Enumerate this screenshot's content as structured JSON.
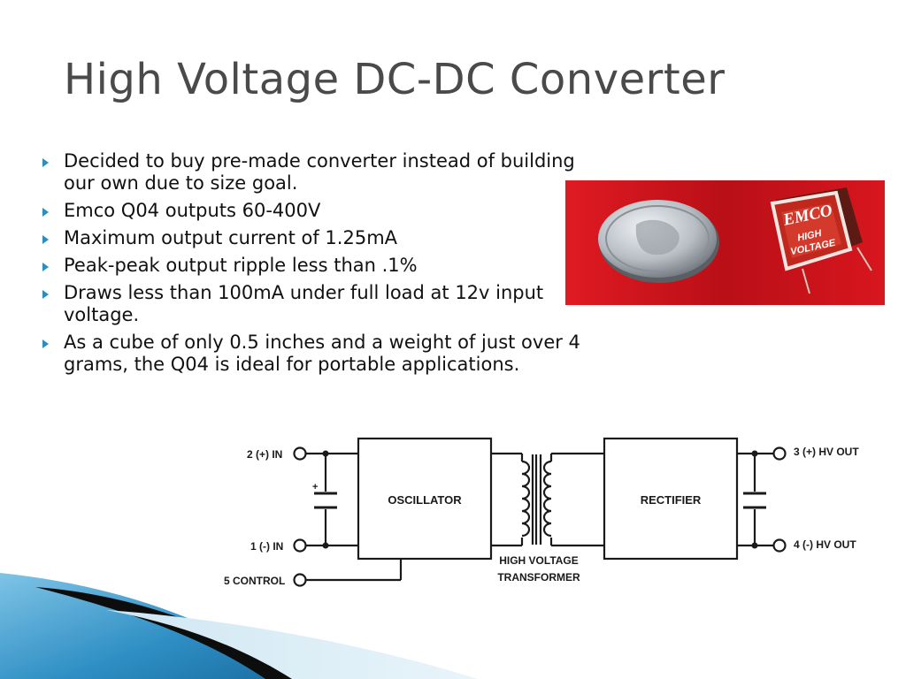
{
  "slide": {
    "title": "High Voltage DC-DC Converter",
    "bullets": [
      "Decided to buy pre-made converter instead of building our own due to size goal.",
      "Emco Q04 outputs 60-400V",
      "Maximum output current of 1.25mA",
      "Peak-peak output ripple less than .1%",
      "Draws less than 100mA under full load at 12v input voltage.",
      "As a cube of only 0.5 inches and a weight of just over 4 grams, the Q04 is ideal for portable applications."
    ],
    "accent_color": "#2a8fbf",
    "bullet_icon": "triangle-right-icon"
  },
  "photo": {
    "logo_text": "EMCO",
    "module_label_line1": "HIGH",
    "module_label_line2": "VOLTAGE",
    "background_color": "#c8141c"
  },
  "diagram": {
    "pin2": "2 (+) IN",
    "pin1": "1 (-) IN",
    "pin5": "5 CONTROL",
    "pin3": "3 (+) HV OUT",
    "pin4": "4 (-) HV OUT",
    "oscillator": "OSCILLATOR",
    "rectifier": "RECTIFIER",
    "transformer_line1": "HIGH VOLTAGE",
    "transformer_line2": "TRANSFORMER",
    "cap_polarity": "+"
  }
}
